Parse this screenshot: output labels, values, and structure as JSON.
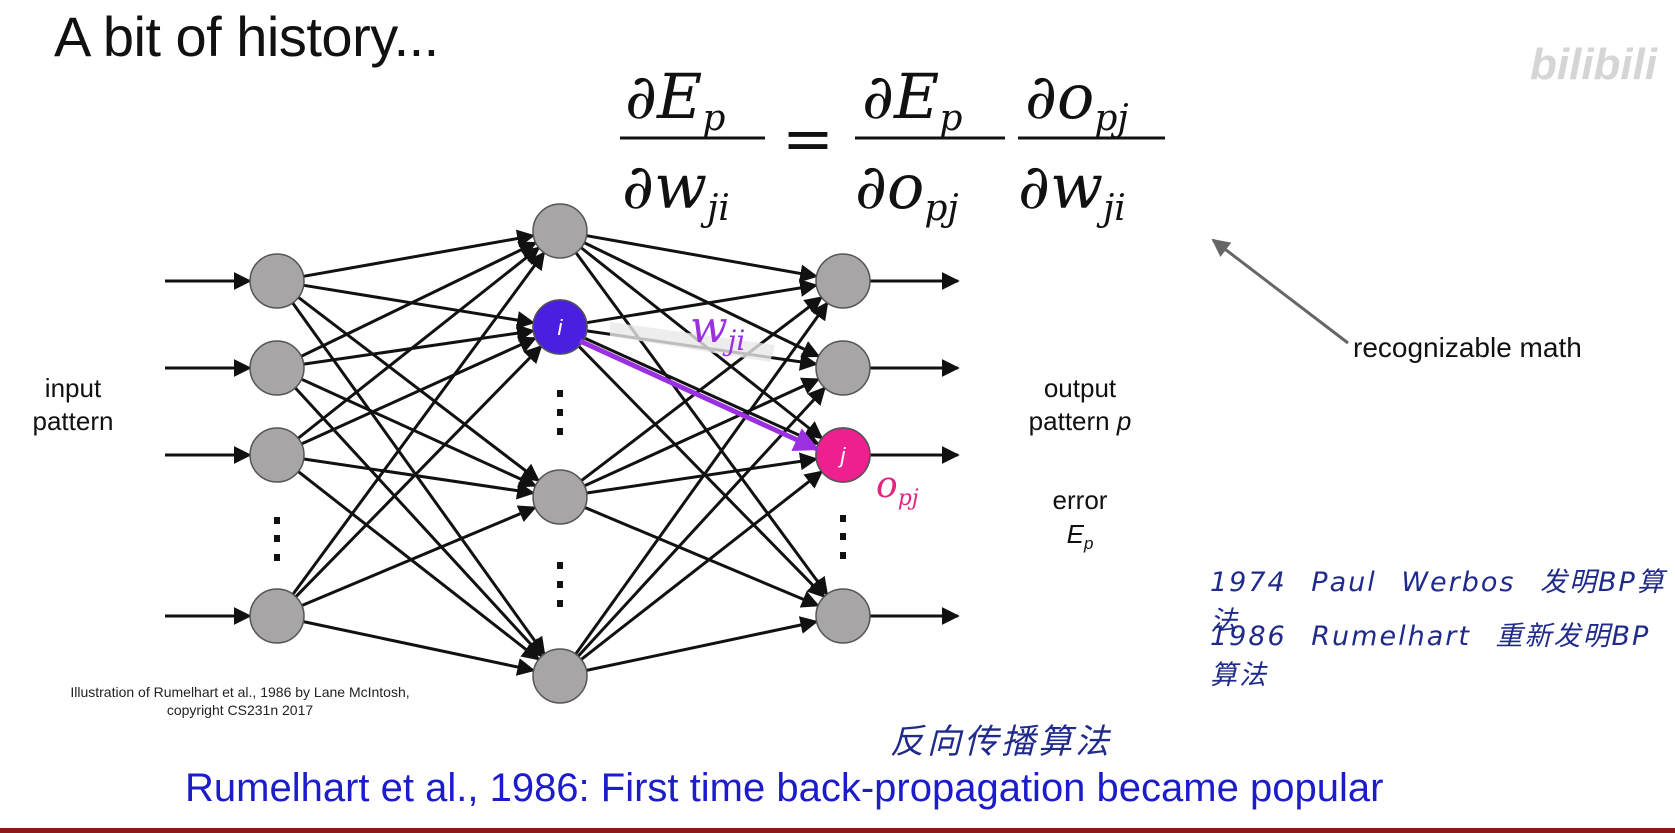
{
  "slide": {
    "title": "A bit of history...",
    "equation": {
      "lhs_num": "∂E",
      "lhs_num_sub": "p",
      "lhs_den": "∂w",
      "lhs_den_sub": "ji",
      "equals": "=",
      "r1_num": "∂E",
      "r1_num_sub": "p",
      "r1_den": "∂o",
      "r1_den_sub": "pj",
      "r2_num": "∂o",
      "r2_num_sub": "pj",
      "r2_den": "∂w",
      "r2_den_sub": "ji"
    },
    "diagram": {
      "input_label_line1": "input",
      "input_label_line2": "pattern",
      "output_label_line1": "output",
      "output_label_line2": "pattern",
      "output_label_p": "p",
      "error_label": "error",
      "error_symbol": "E",
      "error_symbol_sub": "p",
      "node_i_label": "i",
      "node_j_label": "j",
      "weight_label": "w",
      "weight_label_sub": "ji",
      "output_o_label": "o",
      "output_o_sub": "pj",
      "node_color": "#a7a5a5",
      "node_i_color": "#4b1fe0",
      "node_j_color": "#ee1f8e",
      "highlight_arrow_color": "#9a30e0"
    },
    "annotation": "recognizable math",
    "caption_line1": "Illustration of Rumelhart et al., 1986 by Lane McIntosh,",
    "caption_line2": "copyright CS231n 2017",
    "handwritten": {
      "line1": "1974  Paul  Werbos 发明BP算法",
      "line2": "1986  Rumelhart  重新发明BP算法",
      "line3": "反向传播算法"
    },
    "bottom_text": "Rumelhart et al., 1986: First time back-propagation became popular",
    "watermark": "bilibili"
  }
}
